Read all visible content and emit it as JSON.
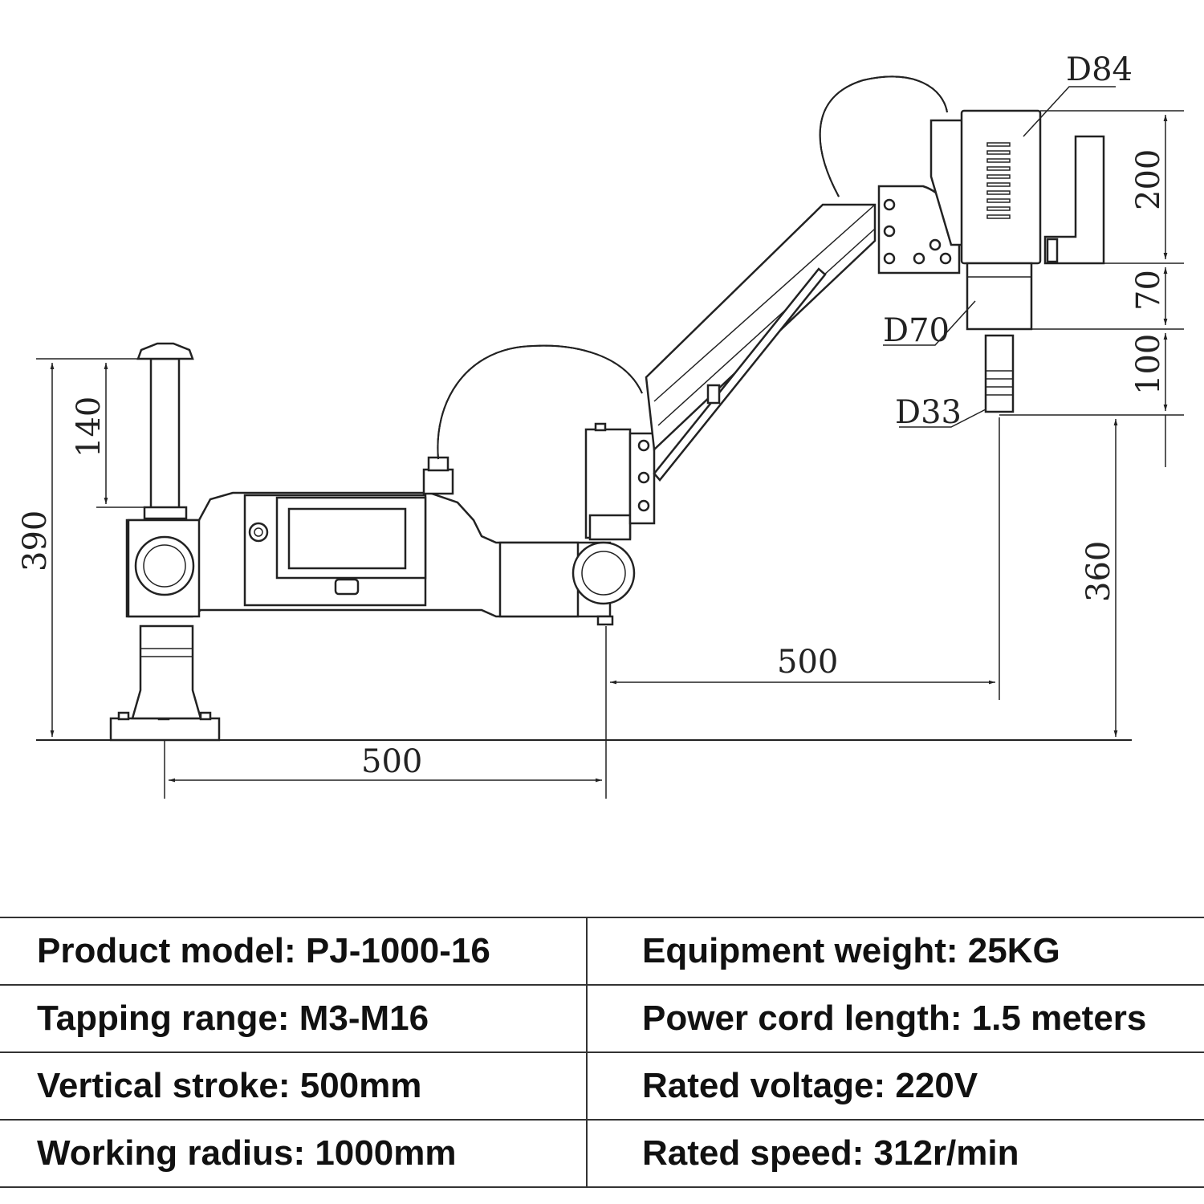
{
  "dimensions": {
    "d84": "D84",
    "h200": "200",
    "h70": "70",
    "d70": "D70",
    "h100": "100",
    "d33": "D33",
    "h390": "390",
    "h140": "140",
    "h360": "360",
    "w500_upper": "500",
    "w500_lower": "500"
  },
  "specs": [
    {
      "left": "Product model: PJ-1000-16",
      "right": "Equipment weight: 25KG"
    },
    {
      "left": "Tapping range: M3-M16",
      "right": "Power cord length: 1.5 meters"
    },
    {
      "left": "Vertical stroke: 500mm",
      "right": "Rated voltage: 220V"
    },
    {
      "left": "Working radius: 1000mm",
      "right": "Rated speed: 312r/min"
    }
  ]
}
